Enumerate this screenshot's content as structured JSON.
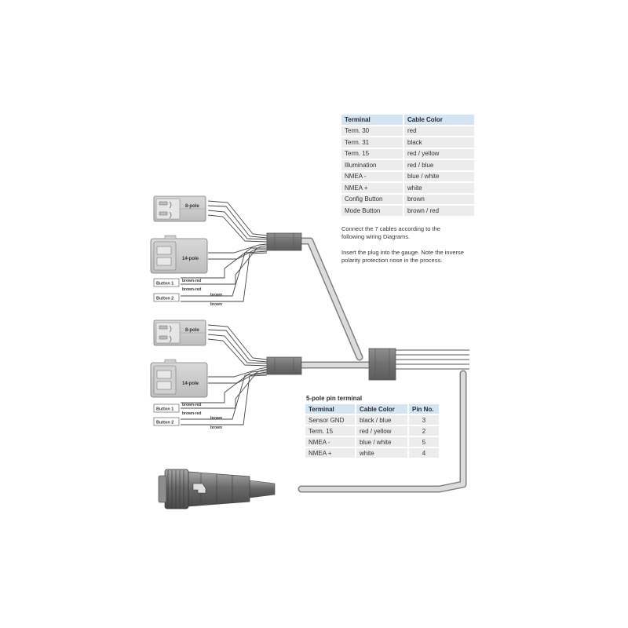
{
  "cable_color_table": {
    "headers": [
      "Terminal",
      "Cable Color"
    ],
    "rows": [
      [
        "Term. 30",
        "red"
      ],
      [
        "Term. 31",
        "black"
      ],
      [
        "Term. 15",
        "red / yellow"
      ],
      [
        "Illumination",
        "red / blue"
      ],
      [
        "NMEA -",
        "blue / white"
      ],
      [
        "NMEA +",
        "white"
      ],
      [
        "Config Button",
        "brown"
      ],
      [
        "Mode Button",
        "brown / red"
      ]
    ]
  },
  "notes": {
    "connect": "Connect the 7 cables according to the following wiring Diagrams.",
    "insert": "Insert the plug into the gauge. Note the inverse polarity protection nose in the process."
  },
  "pin_terminal": {
    "caption": "5-pole pin terminal",
    "headers": [
      "Terminal",
      "Cable Color",
      "Pin No."
    ],
    "rows": [
      [
        "Sensor GND",
        "black / blue",
        "3"
      ],
      [
        "Term. 15",
        "red / yellow",
        "2"
      ],
      [
        "NMEA -",
        "blue / white",
        "5"
      ],
      [
        "NMEA +",
        "white",
        "4"
      ]
    ]
  },
  "upper_harness": {
    "connector_8": "8-pole",
    "connector_14": "14-pole",
    "button_1": "Button 1",
    "button_2": "Button 2",
    "wire_a": "brown-red",
    "wire_b": "brown-red",
    "wire_c": "brown",
    "wire_d": "brown"
  },
  "lower_harness": {
    "connector_8": "8-pole",
    "connector_14": "14-pole",
    "button_1": "Button 1",
    "button_2": "Button 2",
    "wire_a": "brown-red",
    "wire_b": "brown-red",
    "wire_c": "brown",
    "wire_d": "brown"
  }
}
